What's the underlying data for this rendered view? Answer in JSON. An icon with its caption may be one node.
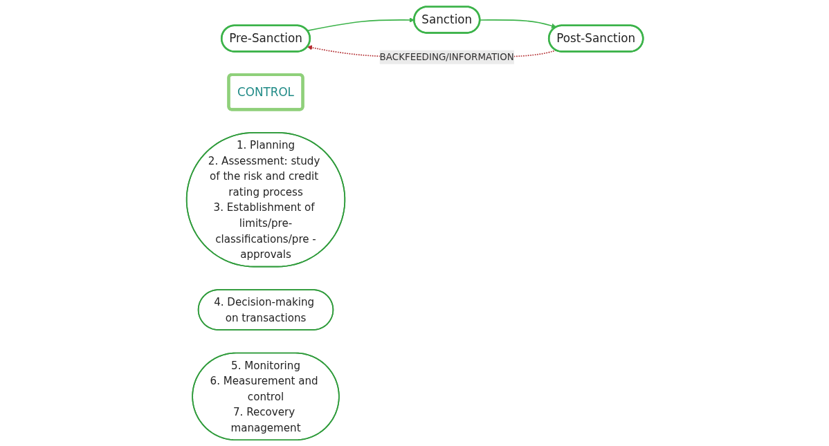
{
  "diagram": {
    "nodes": [
      {
        "text": [
          "Pre-Sanction"
        ]
      },
      {
        "text": [
          "Sanction"
        ]
      },
      {
        "text": [
          "Post-Sanction"
        ]
      },
      {
        "text": [
          "CONTROL"
        ]
      },
      {
        "text": [
          "1. Planning",
          "2. Assessment: study of the risk and credit rating process",
          "3. Establishment of limits/pre-classifications/pre -approvals"
        ]
      },
      {
        "text": [
          "4. Decision-making on transactions"
        ]
      },
      {
        "text": [
          "5. Monitoring",
          "6. Measurement and control",
          "7. Recovery management"
        ]
      }
    ],
    "edges": [
      {
        "from": 0,
        "to": 1,
        "arrow": "to"
      },
      {
        "from": 1,
        "to": 2,
        "arrow": "to"
      },
      {
        "from": 2,
        "to": 0,
        "arrow": "to",
        "label": "BACKFEEDING/INFORMATION",
        "style": "dashed",
        "color": "#b22a2e"
      }
    ]
  }
}
